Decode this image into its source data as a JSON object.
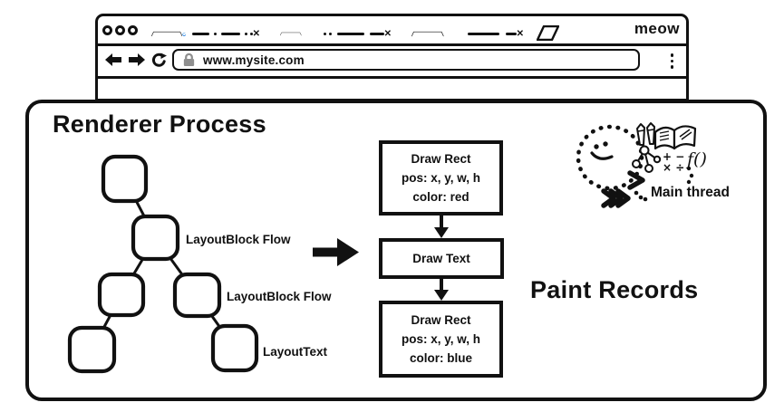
{
  "colors": {
    "ink": "#111111",
    "spinner_blue": "#2e87e6",
    "spinner_light": "#a8d4f7",
    "lock_gray": "#8f8f8f"
  },
  "icons": {
    "close": "✕"
  },
  "browser": {
    "brand": "meow",
    "address": {
      "url": "www.mysite.com"
    },
    "tab_count": 3
  },
  "renderer": {
    "title": "Renderer Process",
    "layout_tree": {
      "node_count": 6,
      "labels": [
        "LayoutBlock Flow",
        "LayoutBlock Flow",
        "LayoutText"
      ]
    },
    "paint_records": {
      "heading": "Paint Records",
      "boxes": [
        {
          "lines": [
            "Draw Rect",
            "pos: x, y, w, h",
            "color: red"
          ]
        },
        {
          "lines": [
            "Draw Text"
          ]
        },
        {
          "lines": [
            "Draw Rect",
            "pos: x, y, w, h",
            "color: blue"
          ]
        }
      ]
    },
    "main_thread": {
      "label": "Main thread",
      "doodle_math_top": "+ −",
      "doodle_math_bottom": "× ÷",
      "doodle_function": "f()"
    }
  }
}
